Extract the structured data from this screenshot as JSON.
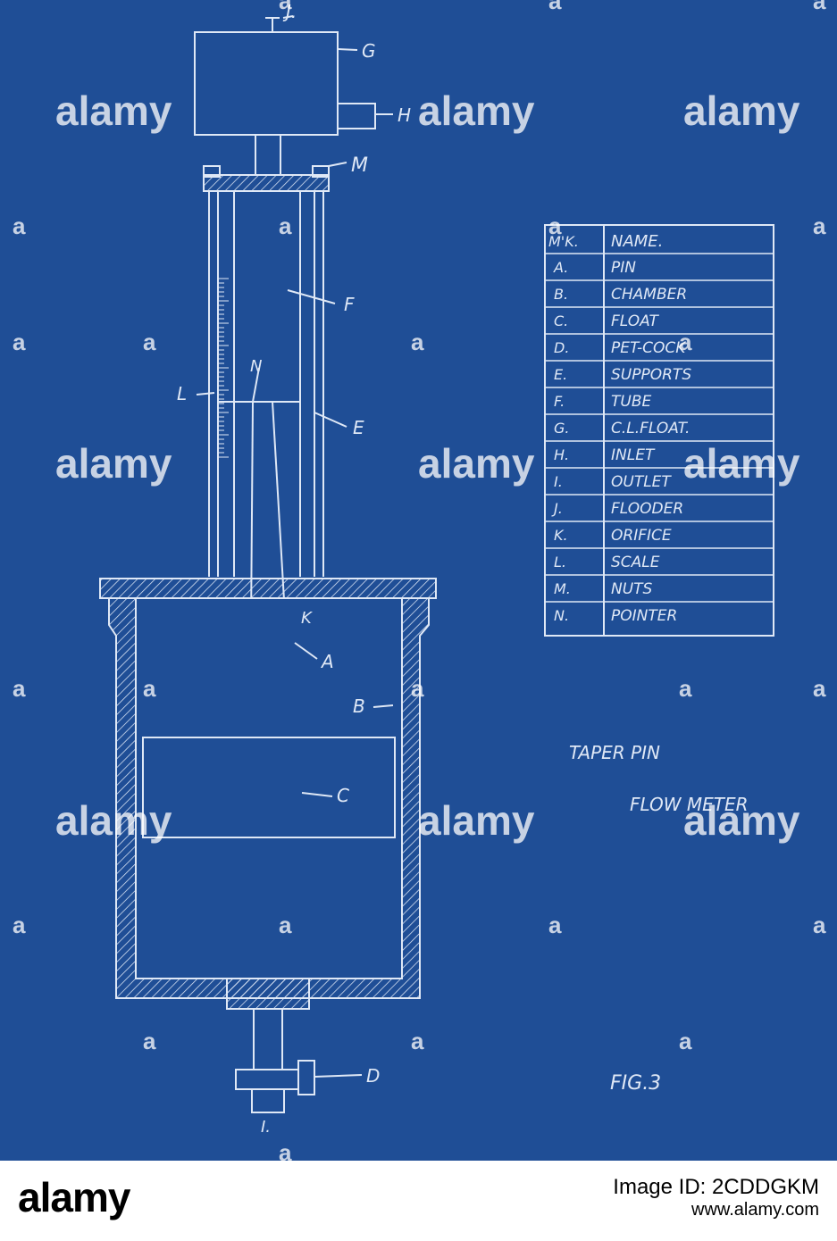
{
  "drawing": {
    "labels": {
      "J_top": "J.",
      "G": "G",
      "H": "H",
      "M": "M",
      "F": "F",
      "N": "N",
      "L": "L",
      "E": "E",
      "K": "K",
      "A": "A",
      "B": "B",
      "C": "C",
      "D": "D",
      "I_bottom": "I."
    },
    "title_line1": "TAPER PIN",
    "title_line2": "FLOW METER",
    "figure": "FIG.3"
  },
  "parts_table": {
    "headers": [
      "M'K.",
      "NAME."
    ],
    "rows": [
      [
        "A.",
        "PIN"
      ],
      [
        "B.",
        "CHAMBER"
      ],
      [
        "C.",
        "FLOAT"
      ],
      [
        "D.",
        "PET-COCK"
      ],
      [
        "E.",
        "SUPPORTS"
      ],
      [
        "F.",
        "TUBE"
      ],
      [
        "G.",
        "C.L.FLOAT."
      ],
      [
        "H.",
        "INLET"
      ],
      [
        "I.",
        "OUTLET"
      ],
      [
        "J.",
        "FLOODER"
      ],
      [
        "K.",
        "ORIFICE"
      ],
      [
        "L.",
        "SCALE"
      ],
      [
        "M.",
        "NUTS"
      ],
      [
        "N.",
        "POINTER"
      ]
    ]
  },
  "watermark": {
    "text": "alamy",
    "mark": "a"
  },
  "footer": {
    "logo": "alamy",
    "image_id": "Image ID: 2CDDGKM",
    "site": "www.alamy.com"
  },
  "colors": {
    "blueprint": "#1f4e96",
    "lines": "#dfe8f6"
  }
}
